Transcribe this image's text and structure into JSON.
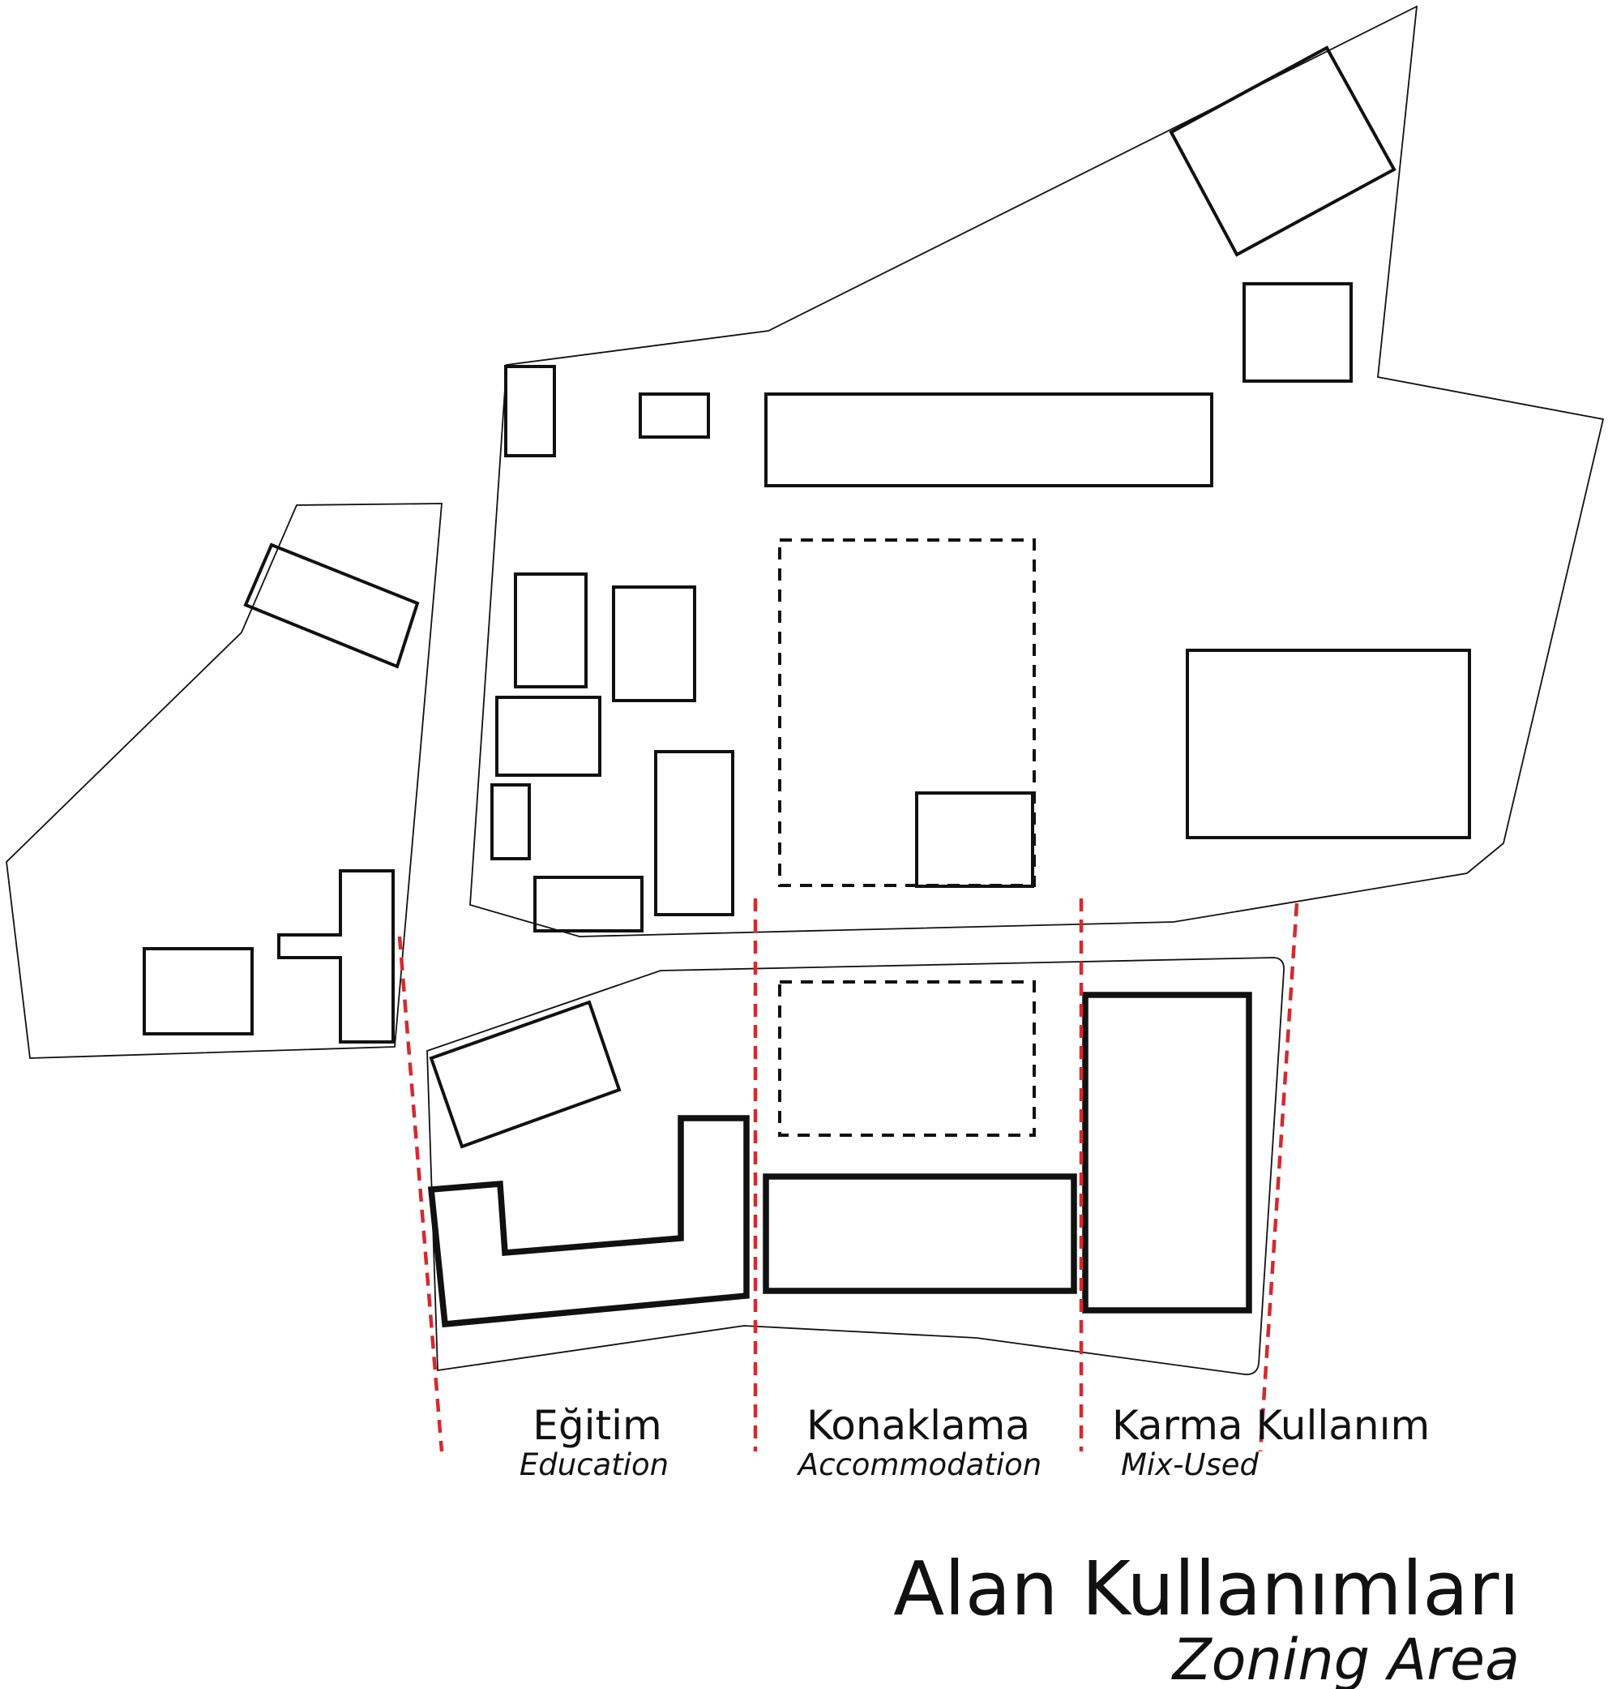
{
  "colors": {
    "outline": "#111111",
    "zone_divider": "#d42a2f",
    "background": "#ffffff"
  },
  "zones": [
    {
      "label_tr": "Eğitim",
      "label_en": "Education"
    },
    {
      "label_tr": "Konaklama",
      "label_en": "Accommodation"
    },
    {
      "label_tr": "Karma Kullanım",
      "label_en": "Mix-Used"
    }
  ],
  "title": {
    "tr": "Alan Kullanımları",
    "en": "Zoning Area"
  }
}
